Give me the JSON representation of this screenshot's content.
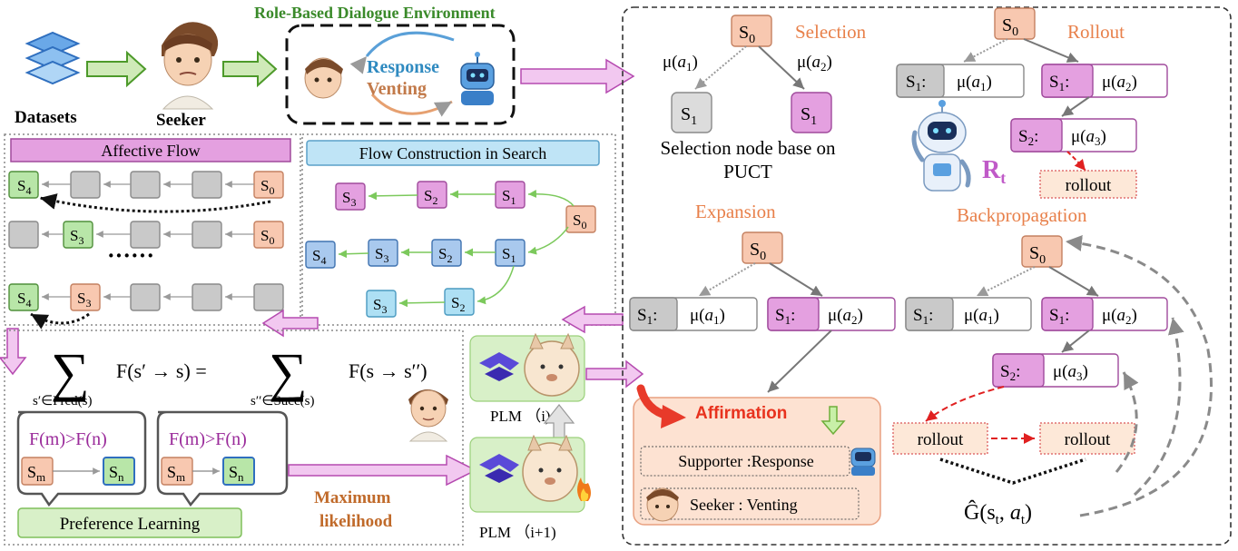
{
  "colors": {
    "orange_node": "#f8c8b0",
    "magenta_node": "#e4a0e0",
    "gray_node": "#c9c9c9",
    "green_node": "#b8e6a8",
    "blue_node": "#a9c9ee",
    "lightblue_node": "#aee0f4",
    "section_orange": "#e8804a",
    "title_green": "#3a8a2a",
    "arrow_pink": "#e7a8e4",
    "arrow_green": "#6fae3a"
  },
  "pipeline": {
    "datasets_label": "Datasets",
    "seeker_label": "Seeker",
    "environment_title": "Role-Based Dialogue Environment",
    "response_label": "Response",
    "venting_label": "Venting"
  },
  "affective_flow": {
    "title": "Affective Flow",
    "row1": [
      "S4",
      "",
      "",
      "",
      "S0"
    ],
    "row2": [
      "",
      "S3",
      "",
      "",
      "S0"
    ],
    "ellipsis": "······",
    "row3": [
      "S4",
      "S3",
      "",
      ""
    ]
  },
  "flow_construction": {
    "title": "Flow Construction in Search",
    "root": "S0",
    "top": [
      "S3",
      "S2",
      "S1"
    ],
    "middle": [
      "S4",
      "S3",
      "S2",
      "S1"
    ],
    "bottom": [
      "S3",
      "S2"
    ]
  },
  "equation": {
    "sum_left_sub": "s′∈Pred(s)",
    "left_term": "F(s′ → s)  =",
    "sum_right_sub": "s′′∈Succ(s)",
    "right_term": "F(s  → s′′)"
  },
  "preference": {
    "rule1": "F(m)>F(n)",
    "rule2": "F(m)>F(n)",
    "sm": "Sm",
    "sn": "Sn",
    "title": "Preference Learning",
    "max_likelihood_1": "Maximum",
    "max_likelihood_2": "likelihood"
  },
  "plm": {
    "label_i": "PLM （i)",
    "label_i1": "PLM （i+1)"
  },
  "mcts": {
    "selection": {
      "title": "Selection",
      "root": "S0",
      "mu_a1": "μ(a₁)",
      "mu_a2": "μ(a₂)",
      "child_left": "S1",
      "child_right": "S1",
      "caption1": "Selection node base on",
      "caption2": "PUCT"
    },
    "rollout": {
      "title": "Rollout",
      "root": "S0",
      "s1_left": "S1:",
      "mu_a1": "μ(a1)",
      "s1_right": "S1:",
      "mu_a2": "μ(a2)",
      "s2": "S2:",
      "mu_a3": "μ(a3)",
      "rollout_box": "rollout",
      "reward": "Rt"
    },
    "expansion": {
      "title": "Expansion",
      "root": "S0",
      "s1_left": "S1:",
      "mu_a1": "μ(a1)",
      "s1_right": "S1:",
      "mu_a2": "μ(a2)"
    },
    "backprop": {
      "title": "Backpropagation",
      "root": "S0",
      "s1_left": "S1:",
      "mu_a1": "μ(a1)",
      "s1_right": "S1:",
      "mu_a2": "μ(a2)",
      "s2": "S2:",
      "mu_a3": "μ(a3)",
      "rollout1": "rollout",
      "rollout2": "rollout",
      "g_hat": "Ĝ(st, at)"
    },
    "affirmation": {
      "title": "Affirmation",
      "supporter": "Supporter :Response",
      "seeker": "Seeker : Venting"
    }
  }
}
